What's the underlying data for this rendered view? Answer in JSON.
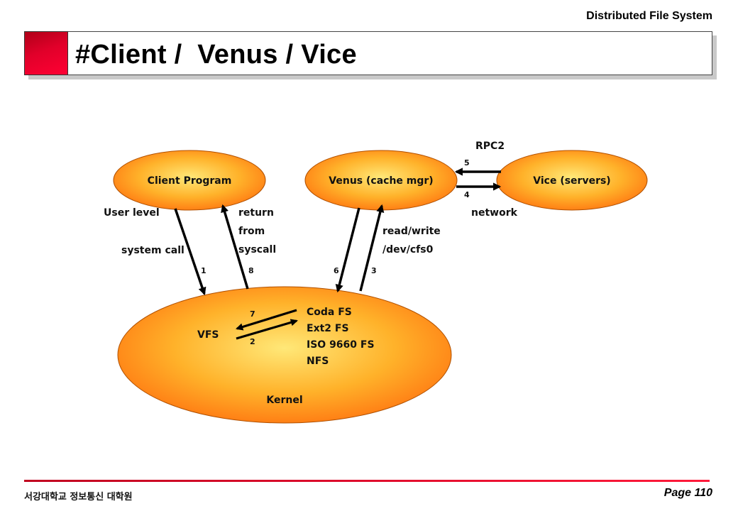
{
  "header": {
    "label": "Distributed File System"
  },
  "title": "#Client /  Venus / Vice",
  "diagram": {
    "nodes": {
      "client_program": "Client Program",
      "venus": "Venus (cache mgr)",
      "vice": "Vice (servers)",
      "kernel": "Kernel"
    },
    "kernel_contents": {
      "vfs": "VFS",
      "filesystems": [
        "Coda FS",
        "Ext2 FS",
        "ISO 9660 FS",
        "NFS"
      ]
    },
    "labels": {
      "rpc2": "RPC2",
      "network": "network",
      "user_level": "User level",
      "system_call": "system call",
      "return_from_syscall": [
        "return",
        "from",
        "syscall"
      ],
      "read_write": [
        "read/write",
        "/dev/cfs0"
      ]
    },
    "steps": [
      "1",
      "2",
      "3",
      "4",
      "5",
      "6",
      "7",
      "8"
    ]
  },
  "footer": {
    "left": "서강대학교 정보통신 대학원",
    "right": "Page 110"
  },
  "colors": {
    "accent_red": "#e1002a",
    "ellipse_center": "#ffe070",
    "ellipse_edge": "#ff7a10"
  }
}
